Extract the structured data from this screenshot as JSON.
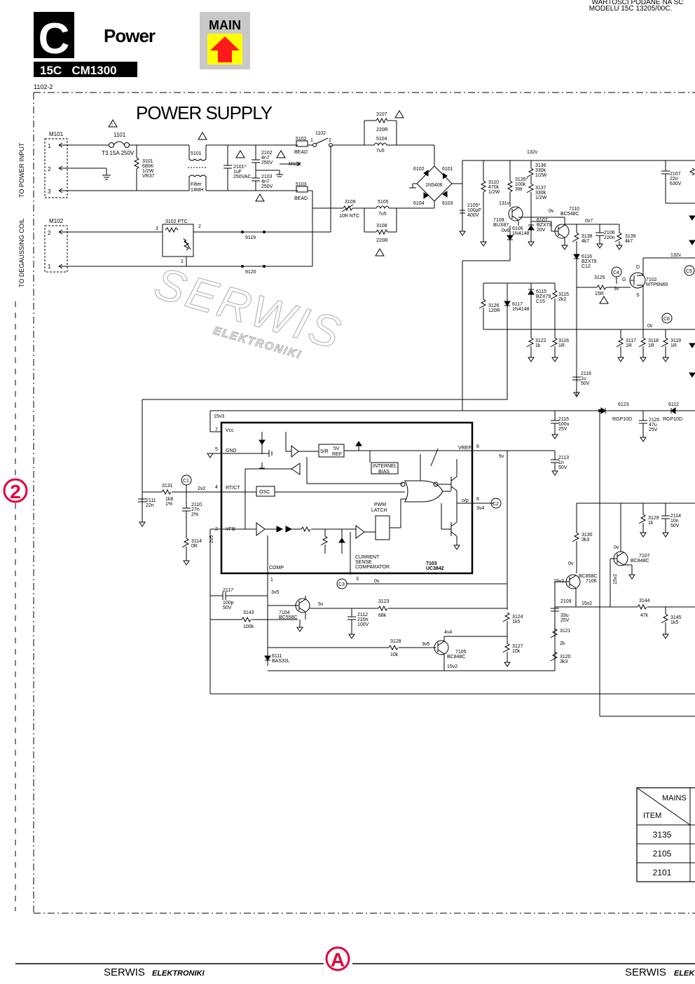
{
  "header": {
    "section_letter": "C",
    "section_title": "Power",
    "model": "15C   CM1300",
    "sheet_ref": "1102-2",
    "main_label": "MAIN",
    "note_line1": "WARTOŚCI  PODANE  NA  SC",
    "note_line2": "MODELU  15C 13205/00C."
  },
  "title": "POWER  SUPPLY",
  "side_labels": {
    "power_input": "TO POWER INPUT",
    "degaussing": "TO DEGAUSSING  COIL"
  },
  "page_marker": "2",
  "watermark": {
    "big": "SERWIS",
    "small": "ELEKTRONIKI"
  },
  "footer": {
    "left": "SERWIS",
    "left_bold": "ELEKTRONIKI",
    "right": "SERWIS",
    "right_bold": "ELEK",
    "marker": "A"
  },
  "table": {
    "header_top": "MAINS",
    "header_item": "ITEM",
    "rows": [
      "3135",
      "2105",
      "2101"
    ]
  },
  "ic": {
    "ref": "7103",
    "part": "UC3842",
    "pins": [
      "7 Vcc",
      "5 GND",
      "4 RT/CT",
      "2 VFB",
      "8 VREF",
      "6 o/p",
      "1 COMP",
      "3"
    ],
    "blocks": [
      "S/R",
      "5V REF",
      "INTERNEL BIAS",
      "OSC",
      "PWM LATCH",
      "CURRENT SENSE COMPARATOR"
    ]
  },
  "components": [
    {
      "ref": "M101"
    },
    {
      "ref": "M102"
    },
    {
      "ref": "1101",
      "value": "T3.15A 250V"
    },
    {
      "ref": "3101",
      "value": "680K 1/2W VR37"
    },
    {
      "ref": "5101",
      "value": "Filter 14MH"
    },
    {
      "ref": "2101*",
      "value": "1µF 250VAC"
    },
    {
      "ref": "2102",
      "value": "4n7 250V"
    },
    {
      "ref": "2103",
      "value": "4n7 250V"
    },
    {
      "ref": "5102",
      "value": "BEAD"
    },
    {
      "ref": "5103",
      "value": "BEAD"
    },
    {
      "ref": "1102"
    },
    {
      "ref": "M103"
    },
    {
      "ref": "3107",
      "value": "220R"
    },
    {
      "ref": "5104",
      "value": "7u5"
    },
    {
      "ref": "5105",
      "value": "7u5"
    },
    {
      "ref": "3108",
      "value": "220R"
    },
    {
      "ref": "3109",
      "value": "10R NTC"
    },
    {
      "ref": "3102",
      "value": "PTC"
    },
    {
      "ref": "9119"
    },
    {
      "ref": "9120"
    },
    {
      "ref": "6101"
    },
    {
      "ref": "6102"
    },
    {
      "ref": "6103"
    },
    {
      "ref": "6104"
    },
    {
      "ref": "1N5406"
    },
    {
      "ref": "2105*",
      "value": "100µF 400V"
    },
    {
      "ref": "3110",
      "value": "470k 1/2W"
    },
    {
      "ref": "3135*",
      "value": "100k 3W"
    },
    {
      "ref": "3136",
      "value": "330k 1/2W"
    },
    {
      "ref": "3137",
      "value": "330k 1/2W"
    },
    {
      "ref": "7109",
      "value": "BUX87"
    },
    {
      "ref": "6106",
      "value": "1N4148"
    },
    {
      "ref": "6107",
      "value": "BZX79 20V"
    },
    {
      "ref": "7110",
      "value": "BC548C"
    },
    {
      "ref": "3138",
      "value": "4k7"
    },
    {
      "ref": "2106",
      "value": "220n"
    },
    {
      "ref": "3139",
      "value": "4k7"
    },
    {
      "ref": "6116",
      "value": "BZX79 C12"
    },
    {
      "ref": "3125",
      "value": "15R"
    },
    {
      "ref": "7102",
      "value": "MTP6N60"
    },
    {
      "ref": "2107",
      "value": "22n 630V"
    },
    {
      "ref": "6115",
      "value": "BZX79 C15"
    },
    {
      "ref": "3115",
      "value": "2k2"
    },
    {
      "ref": "3126",
      "value": "120R"
    },
    {
      "ref": "6117",
      "value": "1N4148"
    },
    {
      "ref": "3122",
      "value": "1k"
    },
    {
      "ref": "3116",
      "value": "1R"
    },
    {
      "ref": "3117",
      "value": "1R"
    },
    {
      "ref": "3118",
      "value": "1R"
    },
    {
      "ref": "3119",
      "value": "1R"
    },
    {
      "ref": "2116",
      "value": "1u 50V"
    },
    {
      "ref": "6123",
      "value": "RGP10D"
    },
    {
      "ref": "6112",
      "value": "RGP10D"
    },
    {
      "ref": "2115",
      "value": "100u 25V"
    },
    {
      "ref": "2120",
      "value": "47u 25V"
    },
    {
      "ref": "2113",
      "value": "1n 50V"
    },
    {
      "ref": "3131",
      "value": "1k8 1%"
    },
    {
      "ref": "2111",
      "value": "22n"
    },
    {
      "ref": "2110",
      "value": "27n 2%"
    },
    {
      "ref": "3114",
      "value": "0R"
    },
    {
      "ref": "3129",
      "value": "1k"
    },
    {
      "ref": "2114",
      "value": "10n 50V"
    },
    {
      "ref": "3130",
      "value": "3k3"
    },
    {
      "ref": "7107",
      "value": "BC848C"
    },
    {
      "ref": "7106",
      "value": "BC858C"
    },
    {
      "ref": "2109",
      "value": "33u 25V"
    },
    {
      "ref": "3121",
      "value": "2k"
    },
    {
      "ref": "3120",
      "value": "3k3"
    },
    {
      "ref": "3144",
      "value": "47k"
    },
    {
      "ref": "3145",
      "value": "1k5"
    },
    {
      "ref": "2117",
      "value": "100p 50V"
    },
    {
      "ref": "3143",
      "value": "100k"
    },
    {
      "ref": "7104",
      "value": "BC558C"
    },
    {
      "ref": "3123",
      "value": "68k"
    },
    {
      "ref": "2112",
      "value": "220n 100V"
    },
    {
      "ref": "3124",
      "value": "1k5"
    },
    {
      "ref": "3128",
      "value": "10k"
    },
    {
      "ref": "7105",
      "value": "BC848C"
    },
    {
      "ref": "3127",
      "value": "10k"
    },
    {
      "ref": "6111",
      "value": "BAS32L"
    }
  ],
  "voltages": [
    "132v",
    "131v",
    "0v",
    "0v7",
    "0v6",
    "3v",
    "0v",
    "15v3",
    "5v",
    "2v2",
    "3v4",
    "0v",
    "3v5",
    "5v",
    "3v5",
    "4v4",
    "15v2",
    "15v2",
    "15v2",
    "0v",
    "0v",
    "132v",
    "2v5"
  ],
  "test_points": [
    "C1",
    "C2",
    "C3",
    "C4",
    "C5",
    "C6"
  ]
}
